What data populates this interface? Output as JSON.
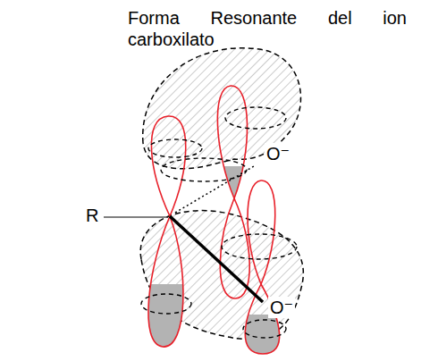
{
  "diagram": {
    "title": "Forma Resonante del ion carboxilato",
    "labels": [
      "R",
      "O⁻",
      "O⁻"
    ]
  }
}
